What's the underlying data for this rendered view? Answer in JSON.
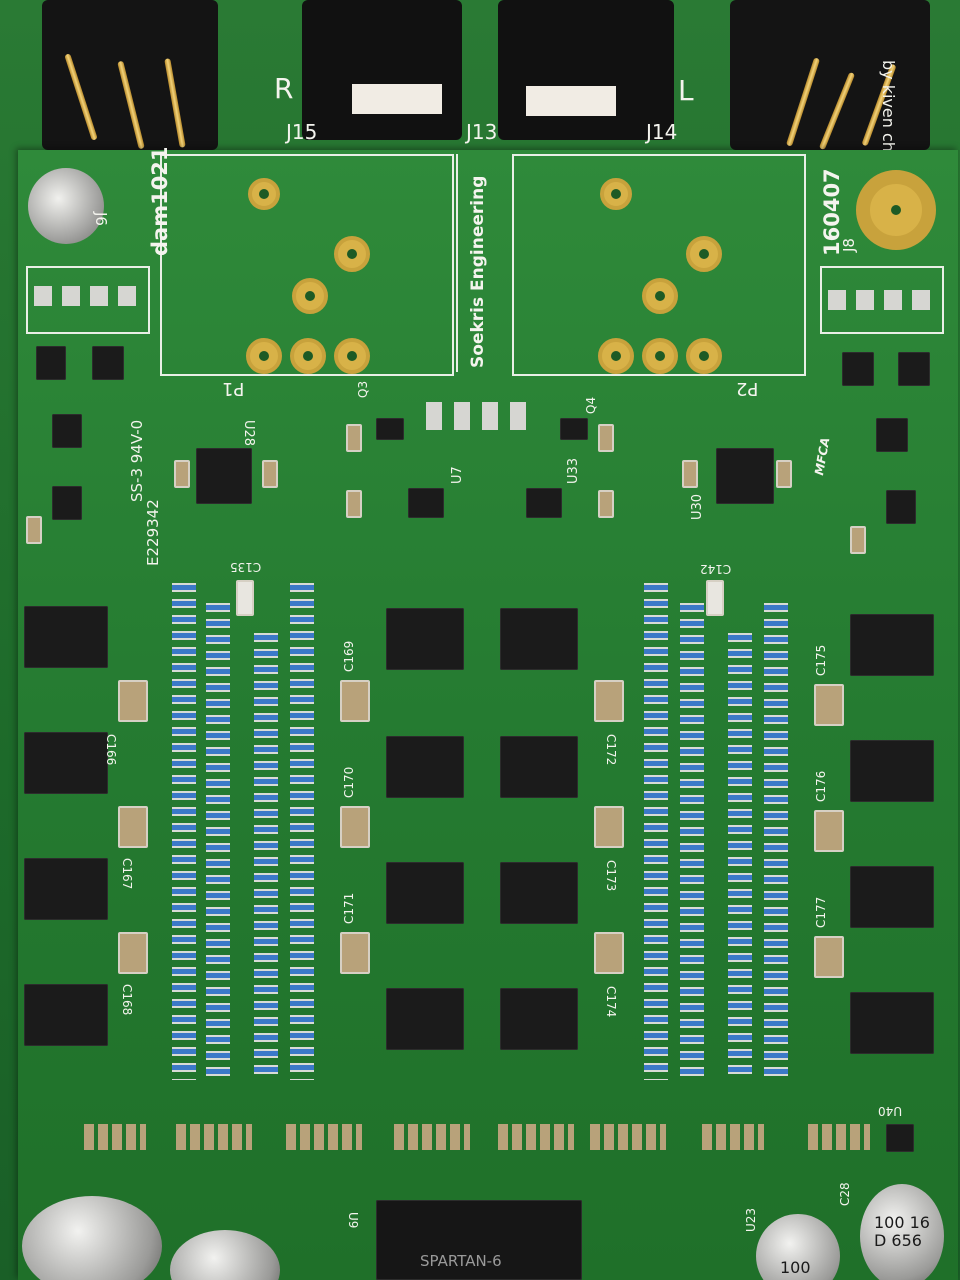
{
  "labels": {
    "r": "R",
    "l": "L",
    "j15": "J15",
    "j13": "J13",
    "j14": "J14",
    "kiven": "by kiven chen",
    "dam": "dam1021",
    "date": "160407",
    "j6": "J6",
    "j8": "J8",
    "soekris": "Soekris Engineering",
    "p1": "P1",
    "p2": "P2",
    "u28": "U28",
    "u30": "U30",
    "u7": "U7",
    "u33": "U33",
    "q3": "Q3",
    "q4": "Q4",
    "ul": "SS-3 94V-0",
    "e": "E229342",
    "mfca": "MFCA",
    "c135": "C135",
    "c142": "C142",
    "c166": "C166",
    "c167": "C167",
    "c168": "C168",
    "c169": "C169",
    "c170": "C170",
    "c171": "C171",
    "c172": "C172",
    "c173": "C173",
    "c174": "C174",
    "c175": "C175",
    "c176": "C176",
    "c177": "C177",
    "u40": "U40",
    "u9": "U9",
    "u23": "U23",
    "c28": "C28",
    "spartan": "SPARTAN-6",
    "cap_left": "100 16 D 656",
    "cap_right": "100"
  },
  "colors": {
    "pcb": "#257b31",
    "silkscreen": "#f4f4ee",
    "gold": "#d8b248",
    "chip": "#1b1b1b"
  }
}
